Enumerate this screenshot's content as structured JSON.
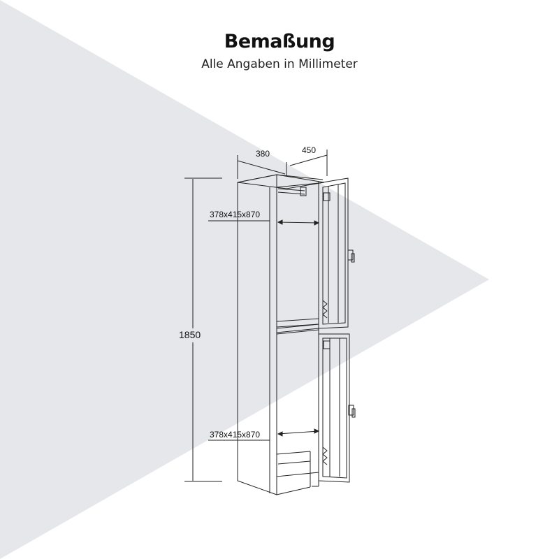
{
  "header": {
    "title": "Bemaßung",
    "subtitle": "Alle Angaben in Millimeter"
  },
  "dimensions": {
    "width": "380",
    "depth": "450",
    "height": "1850",
    "compartment_top": "378x415x870",
    "compartment_bottom": "378x415x870"
  },
  "colors": {
    "background_shape": "#e6e7ea",
    "line": "#222222"
  }
}
